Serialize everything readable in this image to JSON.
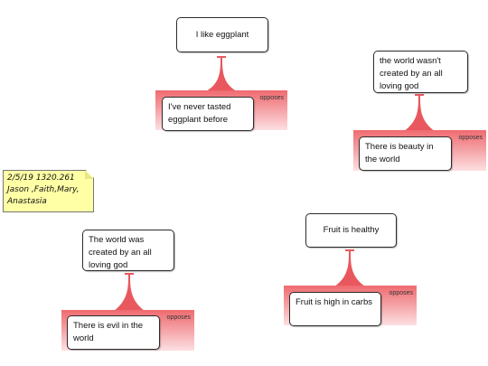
{
  "colors": {
    "pane_top": "#ef6b70",
    "pane_bottom": "#fde0e2",
    "connector": "#e8585e",
    "note_background": "#ffffa6",
    "node_border": "#2b2b2b"
  },
  "note": {
    "lines": [
      "2/5/19 1320.261",
      "Jason ,Faith,Mary,",
      "Anastasia"
    ]
  },
  "maps": [
    {
      "claim": "I like eggplant",
      "relation": "opposes",
      "objection": "I've never tasted eggplant before"
    },
    {
      "claim": "the world wasn't created by an all loving god",
      "relation": "opposes",
      "objection": "There is beauty in the world"
    },
    {
      "claim": "The world was created by an all loving god",
      "relation": "opposes",
      "objection": "There is evil in the world"
    },
    {
      "claim": "Fruit is healthy",
      "relation": "opposes",
      "objection": "Fruit is high in carbs"
    }
  ]
}
